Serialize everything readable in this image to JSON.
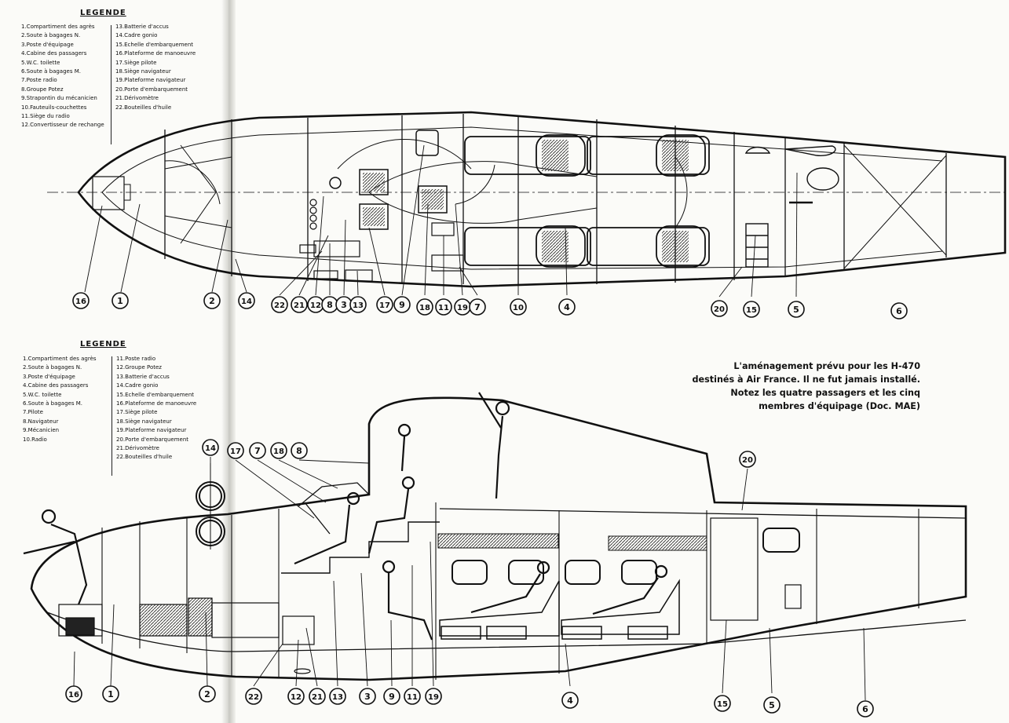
{
  "legend_top": {
    "title": "LEGENDE",
    "col1": [
      "1.Compartiment des agrès",
      "2.Soute à bagages N.",
      "3.Poste d'équipage",
      "4.Cabine des passagers",
      "5.W.C. toilette",
      "6.Soute à bagages M.",
      "7.Poste radio",
      "8.Groupe Potez",
      "9.Strapontin du mécanicien",
      "10.Fauteuils-couchettes",
      "11.Siège du radio",
      "12.Convertisseur de rechange"
    ],
    "col2": [
      "13.Batterie d'accus",
      "14.Cadre gonio",
      "15.Echelle d'embarquement",
      "16.Plateforme de manoeuvre",
      "17.Siège pilote",
      "18.Siège navigateur",
      "19.Plateforme navigateur",
      "20.Porte d'embarquement",
      "21.Dérivomètre",
      "22.Bouteilles d'huile"
    ]
  },
  "legend_bottom": {
    "title": "LEGENDE",
    "col1": [
      "1.Compartiment des agrès",
      "2.Soute à bagages N.",
      "3.Poste d'équipage",
      "4.Cabine des passagers",
      "5.W.C. toilette",
      "6.Soute à bagages M.",
      "7.Pilote",
      "8.Navigateur",
      "9.Mécanicien",
      "10.Radio"
    ],
    "col2": [
      "11.Poste radio",
      "12.Groupe Potez",
      "13.Batterie d'accus",
      "14.Cadre gonio",
      "15.Echelle d'embarquement",
      "16.Plateforme de manoeuvre",
      "17.Siège pilote",
      "18.Siège navigateur",
      "19.Plateforme navigateur",
      "20.Porte d'embarquement",
      "21.Dérivomètre",
      "22.Bouteilles d'huile"
    ]
  },
  "caption": "L'aménagement prévu pour les H-470 destinés à Air France. Il ne fut jamais installé. Notez les quatre passagers et les cinq membres d'équipage (Doc. MAE)",
  "plan_callouts": [
    "16",
    "1",
    "2",
    "14",
    "22",
    "21",
    "12",
    "8",
    "3",
    "13",
    "17",
    "9",
    "18",
    "11",
    "19",
    "7",
    "10",
    "4",
    "20",
    "15",
    "5",
    "6"
  ],
  "side_callouts_bottom": [
    "16",
    "1",
    "2",
    "22",
    "12",
    "21",
    "13",
    "3",
    "9",
    "11",
    "19",
    "4",
    "15",
    "5",
    "6"
  ],
  "side_callouts_top": [
    "14",
    "17",
    "7",
    "18",
    "8",
    "20"
  ]
}
